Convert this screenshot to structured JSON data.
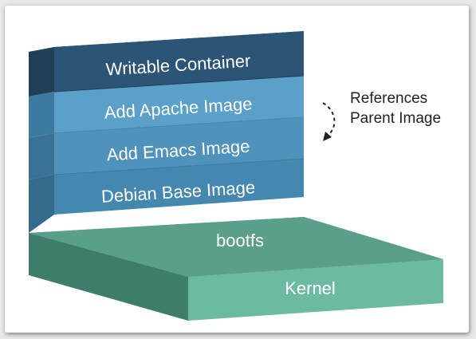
{
  "layers": {
    "writable_container": "Writable Container",
    "add_apache_image": "Add Apache Image",
    "add_emacs_image": "Add Emacs Image",
    "debian_base_image": "Debian Base Image",
    "bootfs": "bootfs",
    "kernel": "Kernel"
  },
  "annotation": {
    "line1": "References",
    "line2": "Parent Image"
  },
  "colors": {
    "writable_container": "#2b5476",
    "apache": "#5ba0c8",
    "emacs": "#4f93bd",
    "debian": "#4488b0",
    "bootfs": "#5a9f8c",
    "kernel": "#6dbaa2"
  }
}
